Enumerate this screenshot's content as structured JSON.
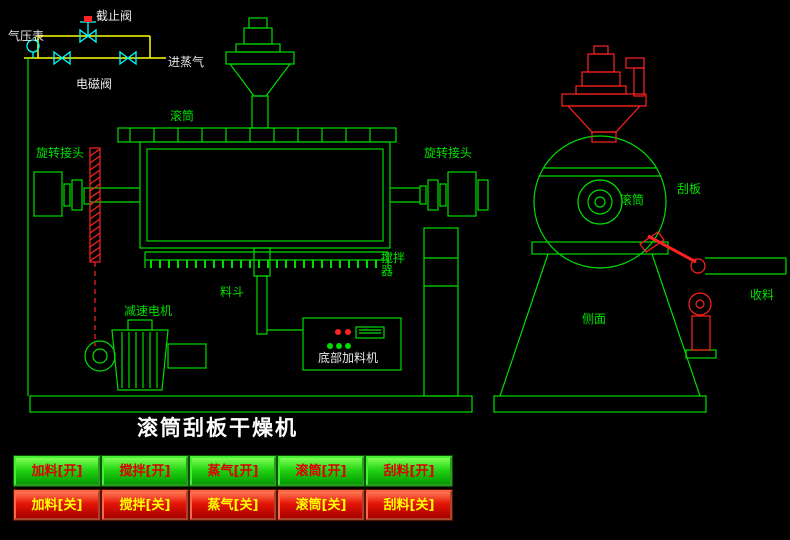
{
  "title": "滚筒刮板干燥机",
  "front_view": {
    "pressure_gauge": "气压表",
    "stop_valve": "截止阀",
    "solenoid_valve": "电磁阀",
    "steam_inlet": "进蒸气",
    "drum": "滚筒",
    "rotary_joint_left": "旋转接头",
    "rotary_joint_right": "旋转接头",
    "agitator": "搅拌器",
    "hopper": "料斗",
    "gear_motor": "减速电机",
    "bottom_feeder": "底部加料机"
  },
  "side_view": {
    "drum": "滚筒",
    "scraper": "刮板",
    "side_label": "侧面",
    "collect": "收料"
  },
  "buttons": {
    "open_row": [
      "加料[开]",
      "搅拌[开]",
      "蒸气[开]",
      "滚筒[开]",
      "刮料[开]"
    ],
    "close_row": [
      "加料[关]",
      "搅拌[关]",
      "蒸气[关]",
      "滚筒[关]",
      "刮料[关]"
    ]
  },
  "colors": {
    "line_green": "#00dd00",
    "accent_red": "#ff2222",
    "pipe_yellow": "#ffff00",
    "valve_cyan": "#00ffff",
    "button_open_bg": "#22cc11",
    "button_close_bg": "#dd1100",
    "button_open_text": "#dd0000",
    "button_close_text": "#ffff00"
  }
}
